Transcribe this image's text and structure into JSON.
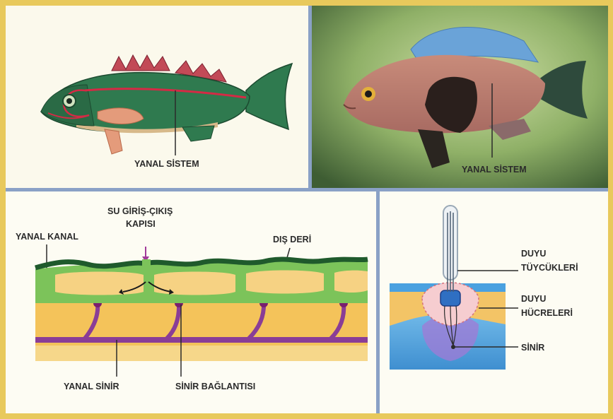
{
  "panels": {
    "drawn_fish": {
      "label": "YANAL SİSTEM"
    },
    "photo_fish": {
      "label": "YANAL SİSTEM"
    },
    "cross_section": {
      "water_opening": "SU GİRİŞ-ÇIKIŞ",
      "water_opening_2": "KAPISI",
      "lateral_canal": "YANAL KANAL",
      "outer_skin": "DIŞ DERİ",
      "lateral_nerve": "YANAL SİNİR",
      "nerve_connection": "SİNİR BAĞLANTISI"
    },
    "sensory_organ": {
      "hairs_1": "DUYU",
      "hairs_2": "TÜYCÜKLERİ",
      "cells_1": "DUYU",
      "cells_2": "HÜCRELERİ",
      "nerve": "SİNİR"
    }
  },
  "colors": {
    "frame": "#e8c95c",
    "divider": "#8aa1c6",
    "lateral_line_red": "#d42a45",
    "fish_green": "#2f7a4f",
    "nerve_purple": "#8a3d96",
    "canal_green": "#7cc35a",
    "tissue_yellow": "#f4c35a"
  }
}
